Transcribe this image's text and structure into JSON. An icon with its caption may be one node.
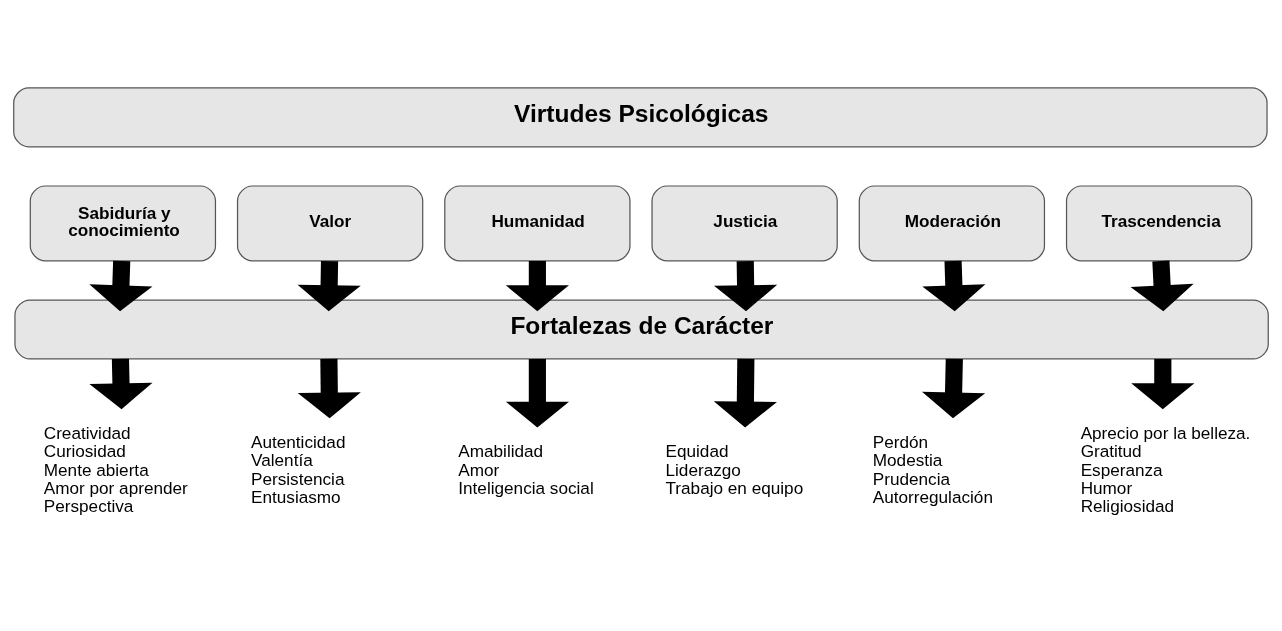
{
  "diagram": {
    "nodes": [
      {
        "text": [
          "Virtudes Psicológicas"
        ]
      },
      {
        "text": [
          "Sabiduría y conocimiento"
        ]
      },
      {
        "text": [
          "Valor"
        ]
      },
      {
        "text": [
          "Humanidad"
        ]
      },
      {
        "text": [
          "Justicia"
        ]
      },
      {
        "text": [
          "Moderación"
        ]
      },
      {
        "text": [
          "Trascendencia"
        ]
      },
      {
        "text": [
          "Fortalezas de Carácter"
        ]
      },
      {
        "text": [
          "Creatividad",
          "Curiosidad",
          "Mente abierta",
          "Amor por aprender",
          "Perspectiva"
        ]
      },
      {
        "text": [
          "Autenticidad",
          "Valentía",
          "Persistencia",
          "Entusiasmo"
        ]
      },
      {
        "text": [
          "Amabilidad",
          "Amor",
          "Inteligencia social"
        ]
      },
      {
        "text": [
          "Equidad",
          "Liderazgo",
          "Trabajo en equipo"
        ]
      },
      {
        "text": [
          "Perdón",
          "Modestia",
          "Prudencia",
          "Autorregulación"
        ]
      },
      {
        "text": [
          "Aprecio por la belleza.",
          "Gratitud",
          "Esperanza",
          "Humor",
          "Religiosidad"
        ]
      }
    ],
    "edges": [
      {
        "from": 1,
        "to": 7,
        "arrow": "to"
      },
      {
        "from": 2,
        "to": 7,
        "arrow": "to"
      },
      {
        "from": 3,
        "to": 7,
        "arrow": "to"
      },
      {
        "from": 4,
        "to": 7,
        "arrow": "to"
      },
      {
        "from": 5,
        "to": 7,
        "arrow": "to"
      },
      {
        "from": 6,
        "to": 7,
        "arrow": "to"
      },
      {
        "from": 7,
        "to": 8,
        "arrow": "to"
      },
      {
        "from": 7,
        "to": 9,
        "arrow": "to"
      },
      {
        "from": 7,
        "to": 10,
        "arrow": "to"
      },
      {
        "from": 7,
        "to": 11,
        "arrow": "to"
      },
      {
        "from": 7,
        "to": 12,
        "arrow": "to"
      },
      {
        "from": 7,
        "to": 13,
        "arrow": "to"
      }
    ]
  }
}
